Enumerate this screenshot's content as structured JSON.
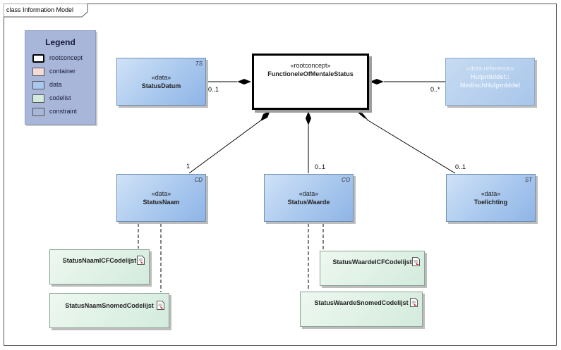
{
  "frame": {
    "title": "class Information Model"
  },
  "legend": {
    "title": "Legend",
    "items": [
      {
        "label": "rootconcept",
        "color": "#ffffff"
      },
      {
        "label": "container",
        "color": "#f2dcd5"
      },
      {
        "label": "data",
        "color": "#a9c8ee"
      },
      {
        "label": "codelist",
        "color": "#d3ebdc"
      },
      {
        "label": "constraint",
        "color": "#a7b6d9"
      }
    ]
  },
  "classes": {
    "root": {
      "stereotype": "«rootconcept»",
      "name": "FunctioneleOfMentaleStatus"
    },
    "status_datum": {
      "stereotype": "«data»",
      "name": "StatusDatum",
      "type": "TS"
    },
    "hulpmiddel": {
      "stereotype": "«data,reference»",
      "name_line1": "Hulpmiddel::",
      "name_line2": "MedischHulpmiddel"
    },
    "status_naam": {
      "stereotype": "«data»",
      "name": "StatusNaam",
      "type": "CD"
    },
    "status_waarde": {
      "stereotype": "«data»",
      "name": "StatusWaarde",
      "type": "CO"
    },
    "toelichting": {
      "stereotype": "«data»",
      "name": "Toelichting",
      "type": "ST"
    }
  },
  "codelists": {
    "naam_icf": "StatusNaamICFCodelijst",
    "naam_snomed": "StatusNaamSnomedCodelijst",
    "waarde_icf": "StatusWaardeICFCodelijst",
    "waarde_snomed": "StatusWaardeSnomedCodelijst"
  },
  "multiplicities": {
    "status_datum": "0..1",
    "hulpmiddel": "0..*",
    "status_naam": "1",
    "status_waarde": "0..1",
    "toelichting": "0..1"
  }
}
